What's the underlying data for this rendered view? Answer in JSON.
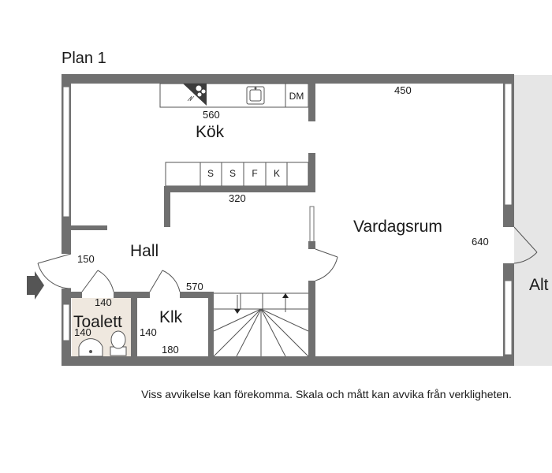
{
  "title": "Plan 1",
  "rooms": {
    "kitchen": "Kök",
    "living": "Vardagsrum",
    "hall": "Hall",
    "toilet": "Toalett",
    "closet": "Klk",
    "cut": "Alt"
  },
  "appliances": {
    "dishwasher": "DM",
    "s1": "S",
    "s2": "S",
    "fridge": "F",
    "freezer": "K"
  },
  "dimensions": {
    "kitchen_width": "560",
    "living_width": "450",
    "cabinet_width": "320",
    "living_depth": "640",
    "hall_entry": "150",
    "hall_depth": "570",
    "toilet_width": "140",
    "toilet_depth": "140",
    "closet_depth": "140",
    "closet_width": "180"
  },
  "disclaimer": "Viss avvikelse kan förekomma. Skala och mått kan avvika från verkligheten.",
  "colors": {
    "wall": "#707070",
    "outside": "#e6e6e6",
    "text": "#1a1a1a"
  }
}
